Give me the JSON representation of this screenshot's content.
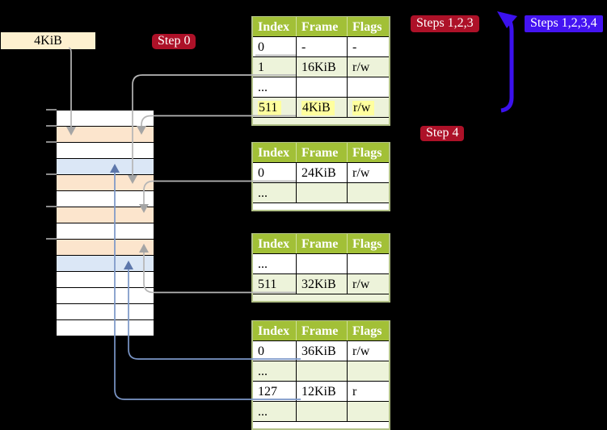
{
  "labels": {
    "frame_box": "4KiB",
    "step0": "Step 0",
    "steps123": "Steps 1,2,3",
    "steps1234": "Steps 1,2,3,4",
    "step4": "Step 4"
  },
  "page_tables": [
    {
      "name": "page-table-level-4",
      "columns": [
        "Index",
        "Frame",
        "Flags"
      ],
      "rows": [
        {
          "cells": [
            "0",
            "-",
            "-"
          ],
          "highlight": false
        },
        {
          "cells": [
            "1",
            "16KiB",
            "r/w"
          ],
          "highlight": false
        },
        {
          "cells": [
            "...",
            "",
            ""
          ],
          "highlight": false
        },
        {
          "cells": [
            "511",
            "4KiB",
            "r/w"
          ],
          "highlight": true
        }
      ],
      "partial_row_color": "#edf3da"
    },
    {
      "name": "page-table-level-3",
      "columns": [
        "Index",
        "Frame",
        "Flags"
      ],
      "rows": [
        {
          "cells": [
            "0",
            "24KiB",
            "r/w"
          ],
          "highlight": false
        },
        {
          "cells": [
            "...",
            "",
            ""
          ],
          "highlight": false
        }
      ],
      "partial_row_color": "#ffffff"
    },
    {
      "name": "page-table-level-2",
      "columns": [
        "Index",
        "Frame",
        "Flags"
      ],
      "rows": [
        {
          "cells": [
            "...",
            "",
            ""
          ],
          "highlight": false
        },
        {
          "cells": [
            "511",
            "32KiB",
            "r/w"
          ],
          "highlight": false
        }
      ],
      "partial_row_color": "#edf3da"
    },
    {
      "name": "page-table-level-1",
      "columns": [
        "Index",
        "Frame",
        "Flags"
      ],
      "rows": [
        {
          "cells": [
            "0",
            "36KiB",
            "r/w"
          ],
          "highlight": false
        },
        {
          "cells": [
            "...",
            "",
            ""
          ],
          "highlight": false
        },
        {
          "cells": [
            "127",
            "12KiB",
            "r"
          ],
          "highlight": false
        },
        {
          "cells": [
            "...",
            "",
            ""
          ],
          "highlight": false
        }
      ],
      "partial_row_color": "#ffffff"
    }
  ],
  "memory_strip": {
    "cells": [
      "white",
      "peach",
      "white",
      "blue",
      "peach",
      "white",
      "peach",
      "white",
      "peach",
      "blue",
      "white",
      "white",
      "white",
      "white"
    ]
  },
  "arrows": [
    {
      "name": "arrow-4kib-box-to-frame-4kib",
      "color": "gray",
      "direction": "down"
    },
    {
      "name": "arrow-l4-row1-to-frame-16kib",
      "color": "gray",
      "direction": "down"
    },
    {
      "name": "arrow-l4-row511-to-frame-4kib",
      "color": "gray",
      "direction": "down"
    },
    {
      "name": "arrow-l3-row0-to-frame-24kib",
      "color": "gray",
      "direction": "down"
    },
    {
      "name": "arrow-l2-row511-to-frame-32kib",
      "color": "gray",
      "direction": "up"
    },
    {
      "name": "arrow-l1-row0-to-frame-36kib",
      "color": "blue",
      "direction": "up"
    },
    {
      "name": "arrow-l1-row127-to-frame-12kib",
      "color": "blue",
      "direction": "up"
    },
    {
      "name": "arrow-steps-loop",
      "color": "violet",
      "direction": "up"
    }
  ],
  "colors": {
    "header_green": "#a2c037",
    "row_green": "#edf3da",
    "olive_border": "#b2c187",
    "peach": "#fce5cd",
    "cell_blue": "#dbe7f6",
    "cream": "#fdf0cf",
    "crimson": "#ad1128",
    "violet": "#4414f2",
    "big_arrow_blue": "#3b11ee",
    "gray_line": "#b6b6b6",
    "gray_head": "#a5a5a5",
    "blue_line": "#7b96c7",
    "blue_head": "#5d77ab",
    "tick_gray": "#8c8c8c",
    "highlight_yellow": "#ffff9e"
  }
}
